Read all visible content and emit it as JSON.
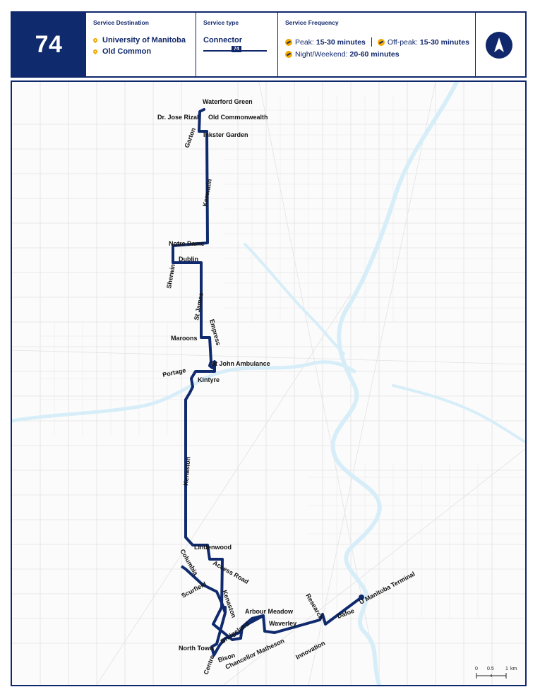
{
  "header": {
    "route_number": "74",
    "destination": {
      "title": "Service Destination",
      "stops": [
        "University of Manitoba",
        "Old Common"
      ]
    },
    "service_type": {
      "title": "Service type",
      "label": "Connector",
      "badge": "74"
    },
    "frequency": {
      "title": "Service Frequency",
      "peak_label": "Peak:",
      "peak_value": "15-30 minutes",
      "offpeak_label": "Off-peak:",
      "offpeak_value": "15-30 minutes",
      "night_label": "Night/Weekend:",
      "night_value": "20-60 minutes"
    }
  },
  "map": {
    "labels": {
      "waterford_green": "Waterford Green",
      "jose_rizal": "Dr. Jose Rizal",
      "old_commonwealth": "Old Commonwealth",
      "garton": "Garton",
      "inkster_garden": "Inkster Garden",
      "keewatin": "Keewatin",
      "notre_dame": "Notre Dame",
      "dublin": "Dublin",
      "sherwin": "Sherwin",
      "st_james": "St James",
      "empress": "Empress",
      "maroons": "Maroons",
      "st_john_ambulance": "St John Ambulance",
      "portage": "Portage",
      "kintyre": "Kintyre",
      "kenaston": "Kenaston",
      "lindenwood": "Lindenwood",
      "columbia": "Columbia",
      "access_road": "Access Road",
      "scurfield": "Scurfield",
      "kenaston_south": "Kenaston",
      "arbour_meadow": "Arbour Meadow",
      "waverley": "Waverley",
      "research": "Research",
      "dafoe": "Dafoe",
      "u_manitoba_terminal": "U Manitoba Terminal",
      "bridgeland": "Bridgeland",
      "north_town": "North Town",
      "centre": "Centre",
      "bison": "Bison",
      "chancellor_matheson": "Chancellor Matheson",
      "innovation": "Innovation"
    },
    "scale": {
      "t0": "0",
      "t1": "0.5",
      "t2": "1",
      "unit": "km"
    }
  },
  "colors": {
    "navy": "#10276b",
    "accent": "#f2a800",
    "river": "#d7eef9",
    "streets": "#e2e2e2"
  },
  "icons": {
    "north": "north-arrow-icon",
    "pin": "location-pin-icon",
    "peak": "peak-clock-icon",
    "offpeak": "offpeak-clock-icon",
    "night": "night-clock-icon"
  }
}
